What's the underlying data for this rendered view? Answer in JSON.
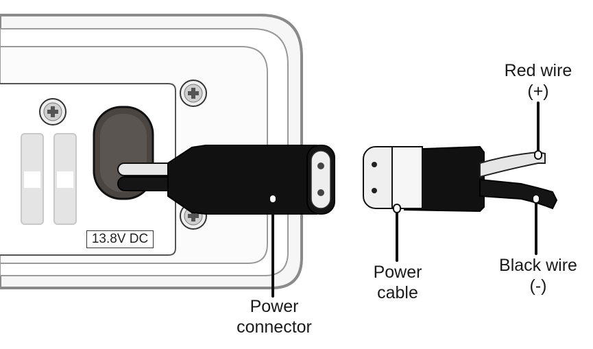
{
  "labels": {
    "power_connector": [
      "Power",
      "connector"
    ],
    "power_cable": [
      "Power",
      "cable"
    ],
    "red_wire": [
      "Red wire",
      "(+)"
    ],
    "black_wire": [
      "Black wire",
      "(-)"
    ],
    "voltage": "13.8V DC"
  },
  "colors": {
    "housing_outline": "#8a8a8a",
    "housing_fill": "#f4f4f4",
    "connector_body": "#111111",
    "plug_face": "#eeeeee",
    "socket_recess": "#4a4540",
    "red_wire_fill": "#e6e6e6",
    "black_wire_fill": "#151515"
  },
  "icons": [
    "screw-icon",
    "screw-icon",
    "screw-icon",
    "screw-icon"
  ]
}
